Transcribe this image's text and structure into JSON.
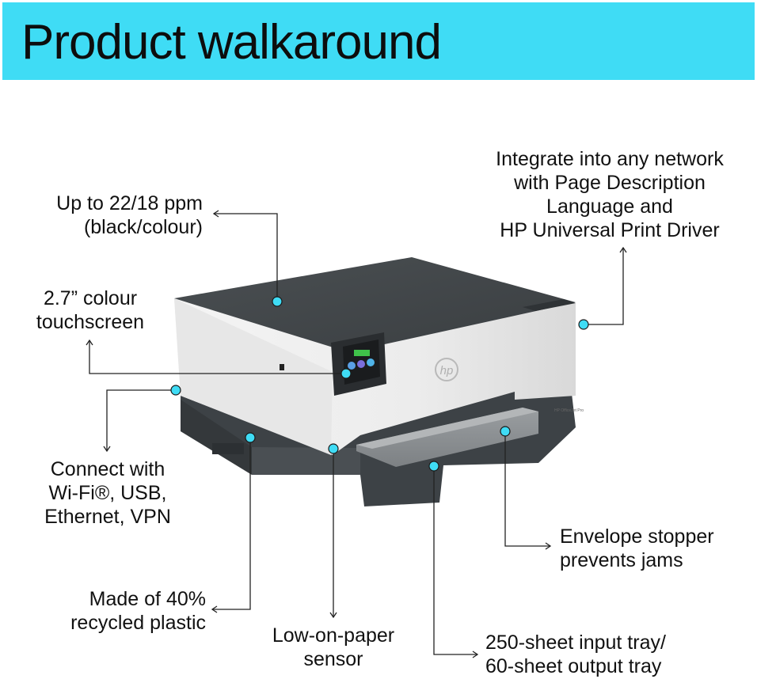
{
  "title": "Product walkaround",
  "accent_color": "#3fdcf5",
  "callouts": {
    "speed": [
      "Up to 22/18 ppm",
      "(black/colour)"
    ],
    "touchscreen": [
      "2.7” colour",
      "touchscreen"
    ],
    "network": [
      "Integrate into any network",
      "with Page Description",
      "Language and",
      "HP Universal Print Driver"
    ],
    "connect": [
      "Connect with",
      "Wi-Fi®, USB,",
      "Ethernet, VPN"
    ],
    "recycled": [
      "Made of 40%",
      "recycled plastic"
    ],
    "sensor": [
      "Low-on-paper",
      "sensor"
    ],
    "envelope": [
      "Envelope stopper",
      "prevents jams"
    ],
    "tray": [
      "250-sheet input tray/",
      "60-sheet output tray"
    ]
  },
  "product": {
    "logo": "hp",
    "model_label": "HP OfficeJet Pro"
  }
}
